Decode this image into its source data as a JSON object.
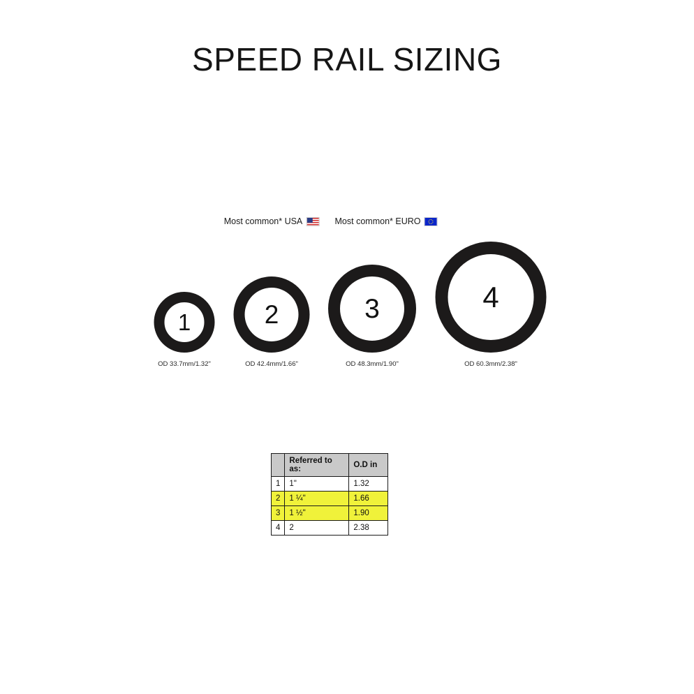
{
  "title": "SPEED RAIL SIZING",
  "callouts": [
    {
      "text": "Most common* USA",
      "flag": "usa-flag-icon"
    },
    {
      "text": "Most common* EURO",
      "flag": "euro-flag-icon"
    }
  ],
  "sizes": [
    {
      "number": "1",
      "caption": "OD 33.7mm/1.32\""
    },
    {
      "number": "2",
      "caption": "OD 42.4mm/1.66\""
    },
    {
      "number": "3",
      "caption": "OD 48.3mm/1.90\""
    },
    {
      "number": "4",
      "caption": "OD 60.3mm/2.38\""
    }
  ],
  "table": {
    "headers": {
      "index": "",
      "referred": "Referred to as:",
      "od": "O.D in"
    },
    "rows": [
      {
        "index": "1",
        "referred": "1\"",
        "od": "1.32",
        "highlight": false
      },
      {
        "index": "2",
        "referred": "1 ¼\"",
        "od": "1.66",
        "highlight": true
      },
      {
        "index": "3",
        "referred": "1 ½\"",
        "od": "1.90",
        "highlight": true
      },
      {
        "index": "4",
        "referred": "2",
        "od": "2.38",
        "highlight": false
      }
    ]
  },
  "colors": {
    "highlight": "#f0f23a",
    "header_gray": "#c9c9c9",
    "ring": "#1c1a1a"
  }
}
